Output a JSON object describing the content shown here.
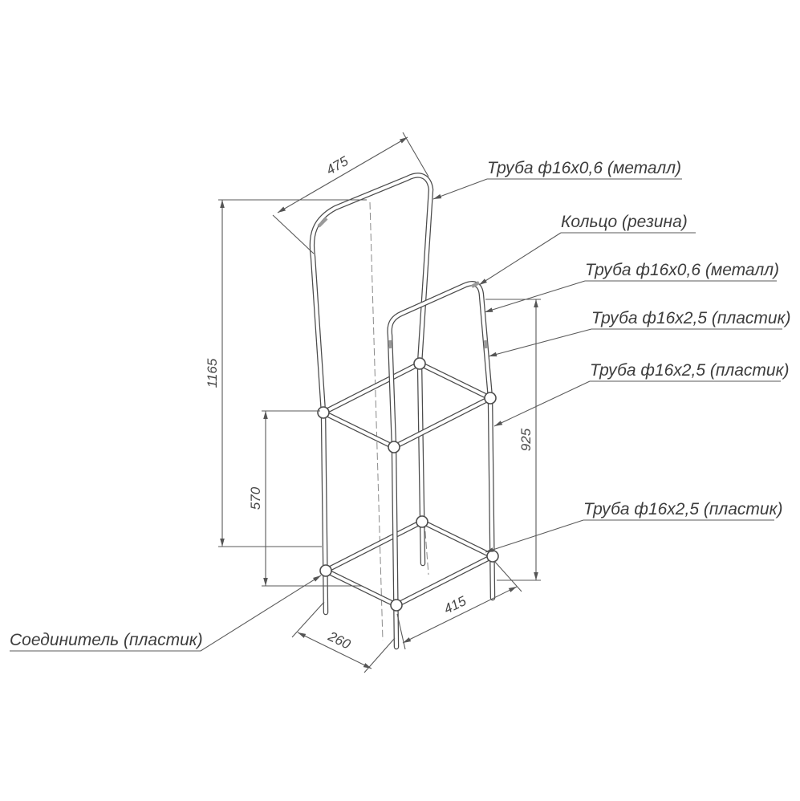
{
  "labels": {
    "tube_metal_top": "Труба ф16х0,6 (металл)",
    "ring_rubber": "Кольцо (резина)",
    "tube_metal_frame": "Труба ф16х0,6 (металл)",
    "tube_plastic_upper": "Труба ф16х2,5 (пластик)",
    "tube_plastic_middle": "Труба ф16х2,5 (пластик)",
    "tube_plastic_lower": "Труба ф16х2,5 (пластик)",
    "connector_plastic": "Соединитель (пластик)"
  },
  "dimensions": {
    "top_bar_width": "475",
    "overall_height": "1165",
    "lower_section_height": "570",
    "frame_height": "925",
    "base_depth": "415",
    "base_width": "260"
  },
  "colors": {
    "line": "#4b4b4b",
    "thin_line": "#5a5a5a",
    "background": "#ffffff"
  }
}
